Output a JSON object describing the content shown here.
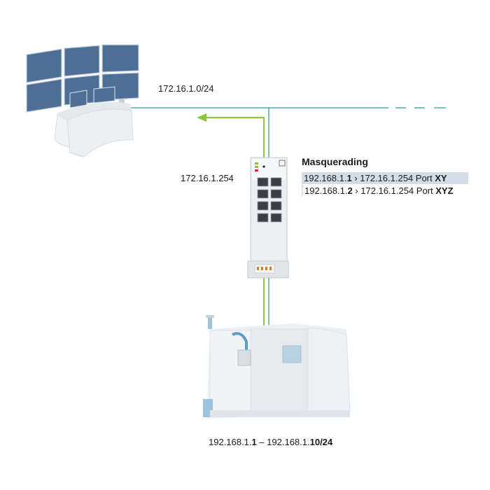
{
  "network_wan": "172.16.1.0/24",
  "router_ip": "172.16.1.254",
  "masquerading": {
    "title": "Masquerading",
    "rules": [
      {
        "src_prefix": "192.168.1.",
        "src_host": "1",
        "sep": " › ",
        "dst": "172.16.1.254 Port ",
        "port": "XY",
        "highlight": true
      },
      {
        "src_prefix": "192.168.1.",
        "src_host": "2",
        "sep": " › ",
        "dst": "172.16.1.254 Port ",
        "port": "XYZ",
        "highlight": false
      }
    ]
  },
  "lan_range": {
    "start_prefix": "192.168.1.",
    "start_host": "1",
    "dash": " – ",
    "end_prefix": "192.168.1.",
    "end_host": "10/24"
  },
  "colors": {
    "wan_line": "#2e9aa6",
    "lan_line": "#8cc63f",
    "highlight_row": "#d3dde8"
  },
  "icons": [
    "control-room-monitors-icon",
    "industrial-switch-icon",
    "cnc-machine-icon"
  ]
}
